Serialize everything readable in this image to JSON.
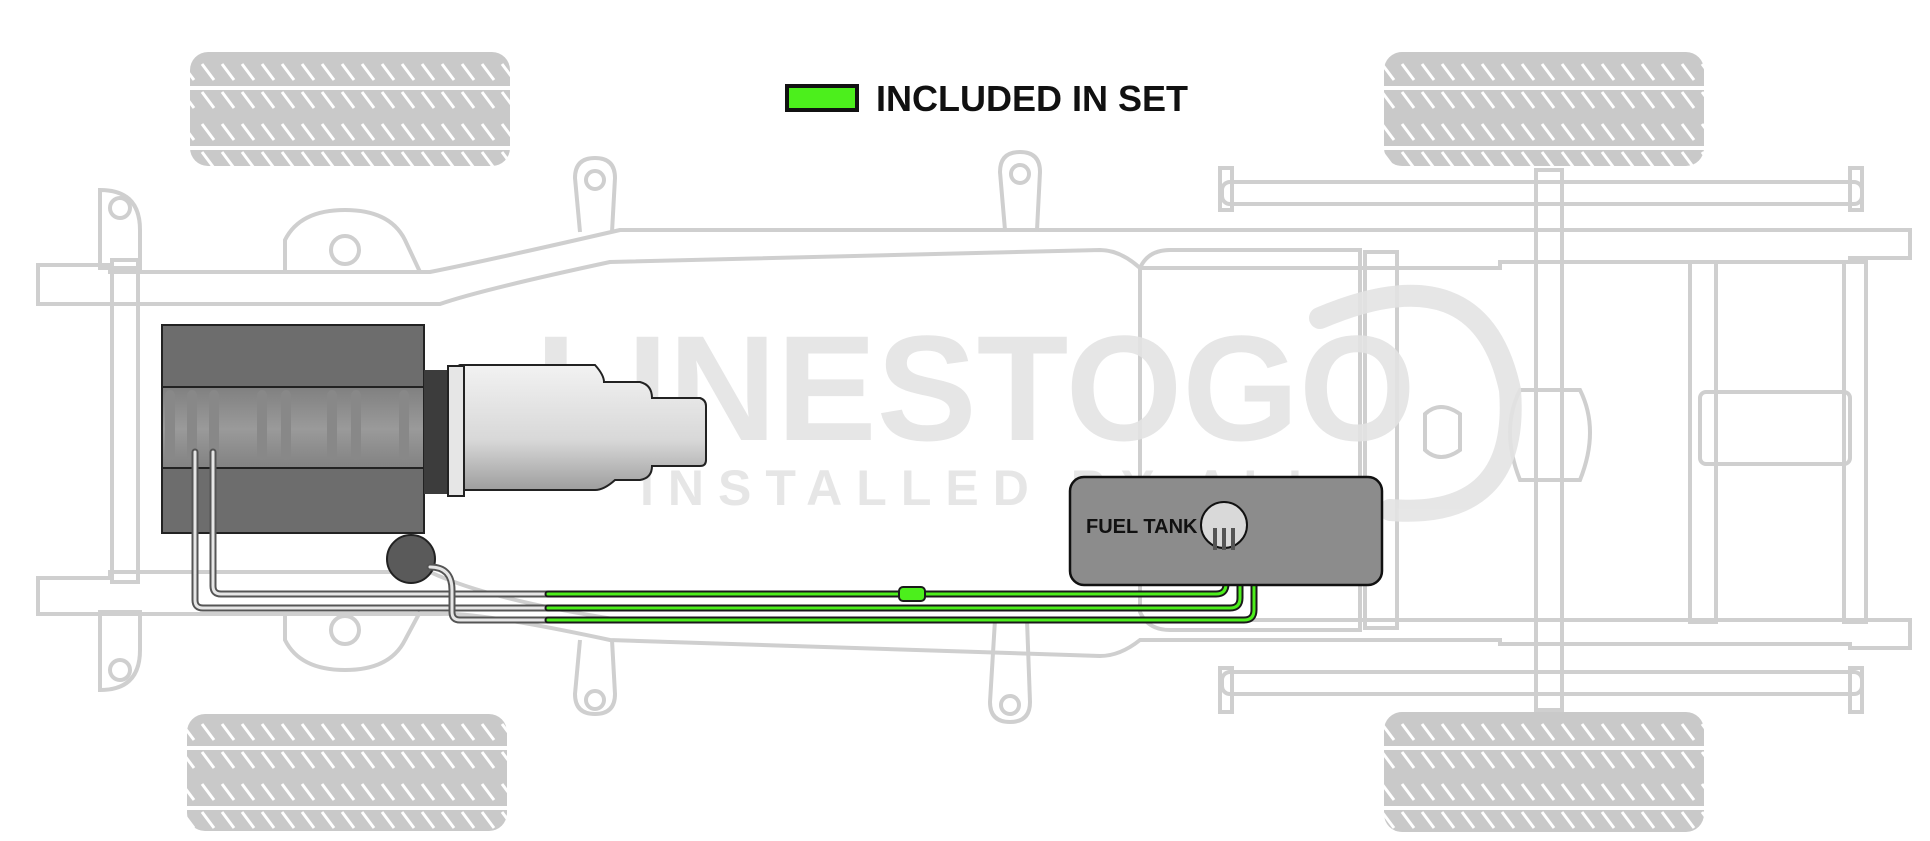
{
  "legend": {
    "label": "INCLUDED IN SET",
    "swatch_color": "#4cef1c"
  },
  "fuel_tank": {
    "label": "FUEL TANK"
  },
  "watermark": {
    "brand": "LINESTOGO",
    "tagline": "INSTALLED BY ALL"
  },
  "colors": {
    "included_line": "#4cef1c",
    "frame": "#cfcfcf",
    "tire": "#c6c6c6",
    "engine": "#6e6e6e",
    "tank": "#8c8c8c"
  }
}
